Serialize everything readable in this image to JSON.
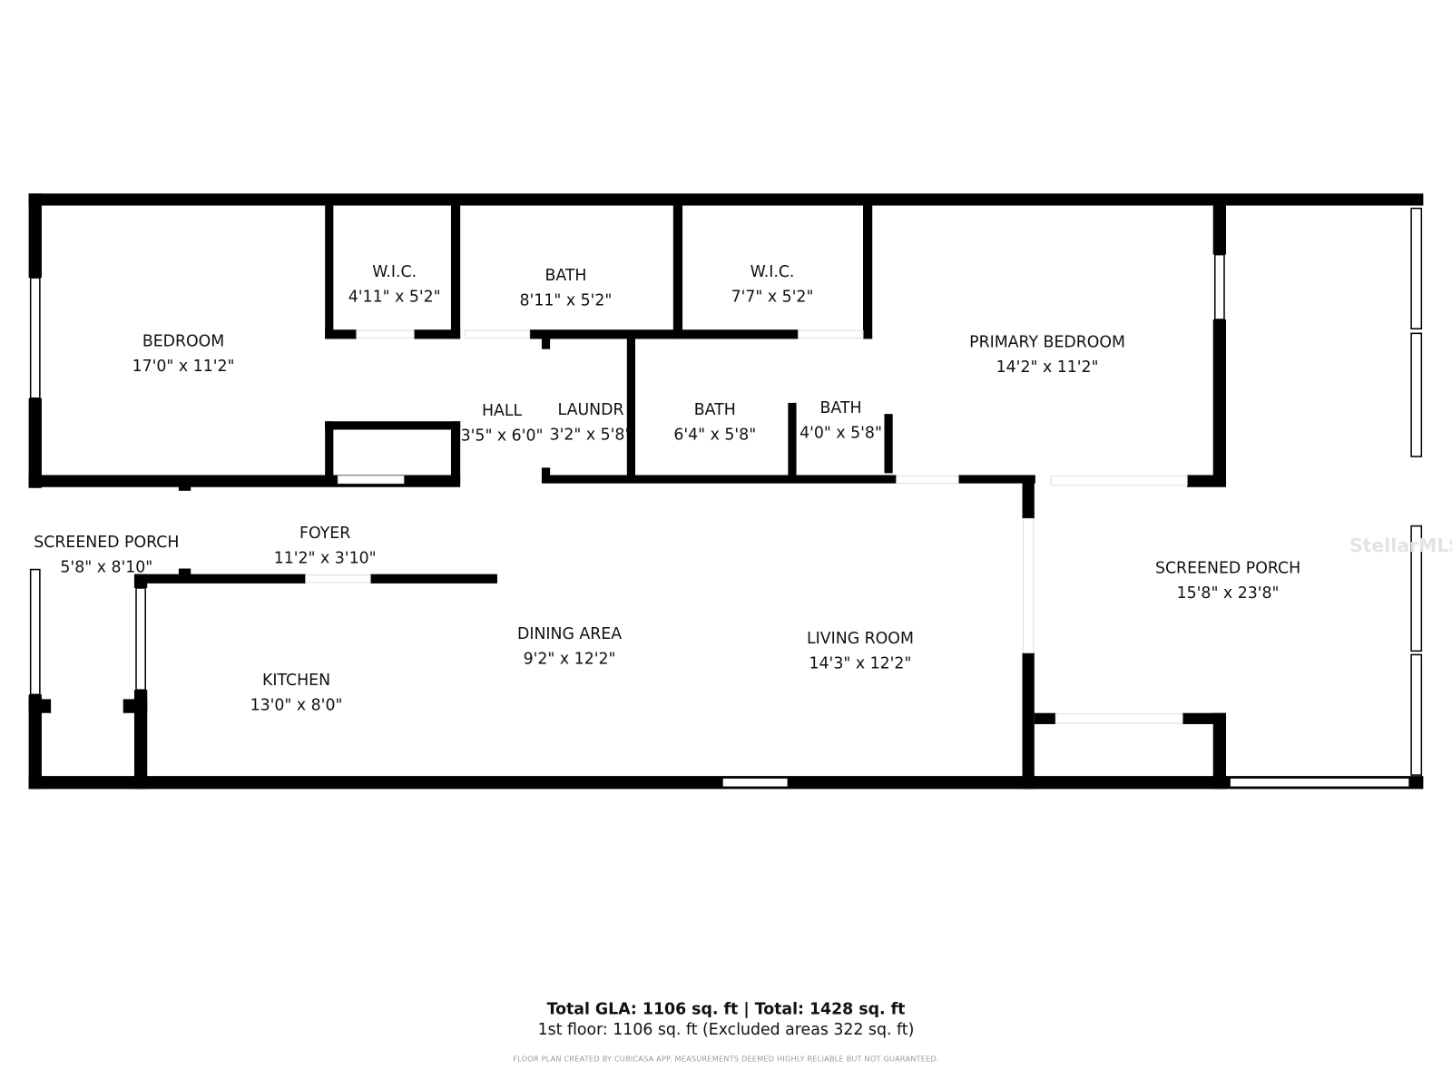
{
  "rooms": [
    {
      "name": "BEDROOM",
      "dims": "17'0\" x 11'2\""
    },
    {
      "name": "W.I.C.",
      "dims": "4'11\" x 5'2\""
    },
    {
      "name": "BATH",
      "dims": "8'11\" x 5'2\""
    },
    {
      "name": "W.I.C.",
      "dims": "7'7\" x 5'2\""
    },
    {
      "name": "PRIMARY BEDROOM",
      "dims": "14'2\" x 11'2\""
    },
    {
      "name": "HALL",
      "dims": "3'5\" x 6'0\""
    },
    {
      "name": "LAUNDR",
      "dims": "3'2\" x 5'8\""
    },
    {
      "name": "BATH",
      "dims": "6'4\" x 5'8\""
    },
    {
      "name": "BATH",
      "dims": "4'0\" x 5'8\""
    },
    {
      "name": "SCREENED PORCH",
      "dims": "5'8\" x 8'10\""
    },
    {
      "name": "FOYER",
      "dims": "11'2\" x 3'10\""
    },
    {
      "name": "DINING AREA",
      "dims": "9'2\" x 12'2\""
    },
    {
      "name": "LIVING ROOM",
      "dims": "14'3\" x 12'2\""
    },
    {
      "name": "KITCHEN",
      "dims": "13'0\" x 8'0\""
    },
    {
      "name": "SCREENED PORCH",
      "dims": "15'8\" x 23'8\""
    }
  ],
  "footer": {
    "totals": "Total GLA: 1106 sq. ft | Total: 1428 sq. ft",
    "floor": "1st floor: 1106 sq. ft (Excluded areas 322 sq. ft)",
    "disclaimer": "FLOOR PLAN CREATED BY CUBICASA APP. MEASUREMENTS DEEMED HIGHLY RELIABLE BUT NOT GUARANTEED."
  },
  "watermark": "StellarMLS",
  "colors": {
    "wall": "#000000",
    "background": "#ffffff"
  }
}
